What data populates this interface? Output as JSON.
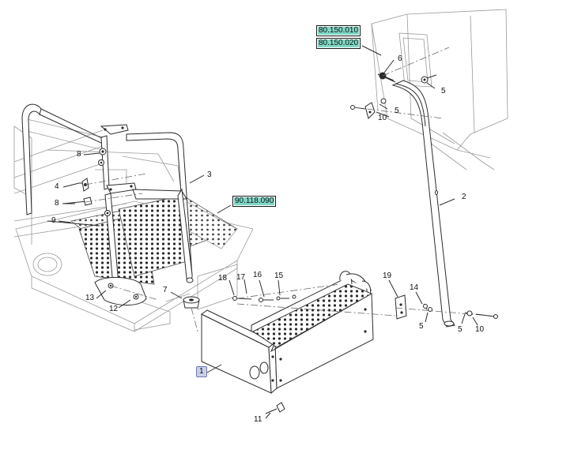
{
  "references": [
    {
      "id": "ref_a",
      "text": "80.150.010"
    },
    {
      "id": "ref_b",
      "text": "80.150.020"
    },
    {
      "id": "ref_c",
      "text": "90.118.090"
    }
  ],
  "callouts": {
    "c1": "1",
    "c2": "2",
    "c3": "3",
    "c4": "4",
    "c5a": "5",
    "c5b": "5",
    "c5c": "5",
    "c5d": "5",
    "c6": "6",
    "c7": "7",
    "c8a": "8",
    "c8b": "8",
    "c9": "9",
    "c10a": "10",
    "c10b": "10",
    "c11": "11",
    "c12": "12",
    "c13": "13",
    "c14": "14",
    "c15": "15",
    "c16": "16",
    "c17": "17",
    "c18": "18",
    "c19": "19"
  },
  "colors": {
    "reference_fill": "#7fd8c6",
    "highlight_fill": "#c9d0ec",
    "line": "#2c2c2c"
  }
}
